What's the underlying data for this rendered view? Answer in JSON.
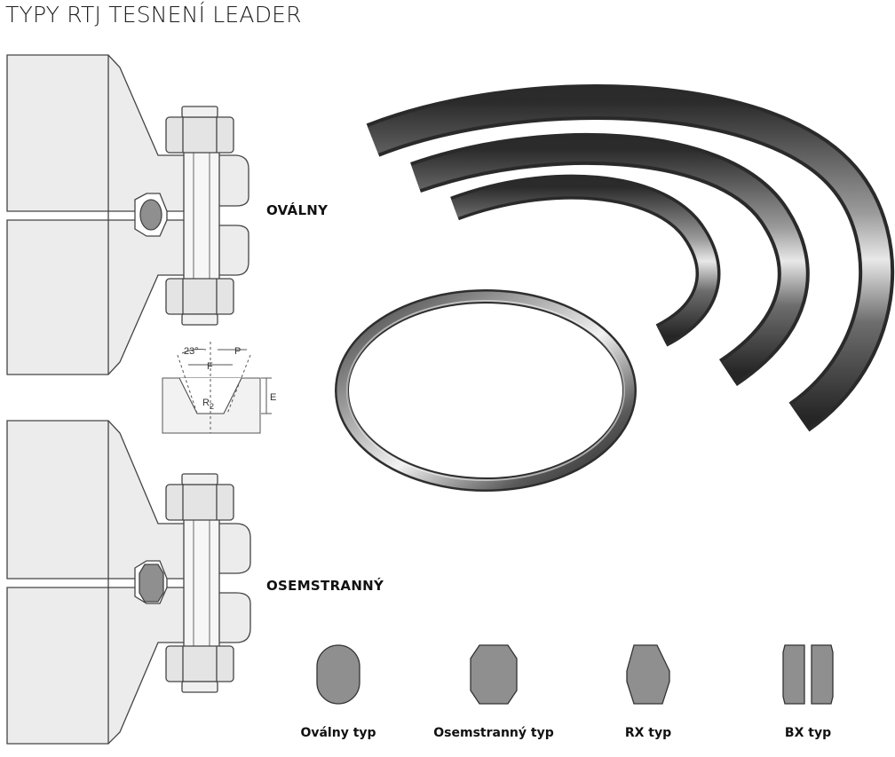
{
  "title": "TYPY RTJ TESNENÍ LEADER",
  "flange_labels": {
    "oval": "OVÁLNY",
    "octagonal": "OSEMSTRANNÝ"
  },
  "groove_dimensions": {
    "angle": "23°",
    "p": "P",
    "f": "F",
    "e": "E",
    "r": "R",
    "r_sub": "2"
  },
  "gasket_types": [
    {
      "label": "Oválny typ",
      "shape": "oval"
    },
    {
      "label": "Osemstranný typ",
      "shape": "octagonal"
    },
    {
      "label": "RX typ",
      "shape": "rx"
    },
    {
      "label": "BX typ",
      "shape": "bx"
    }
  ],
  "colors": {
    "line": "#444444",
    "flange_fill": "#ececec",
    "gasket_fill": "#8f8f8f",
    "metal_dark": "#3a3a3a"
  }
}
